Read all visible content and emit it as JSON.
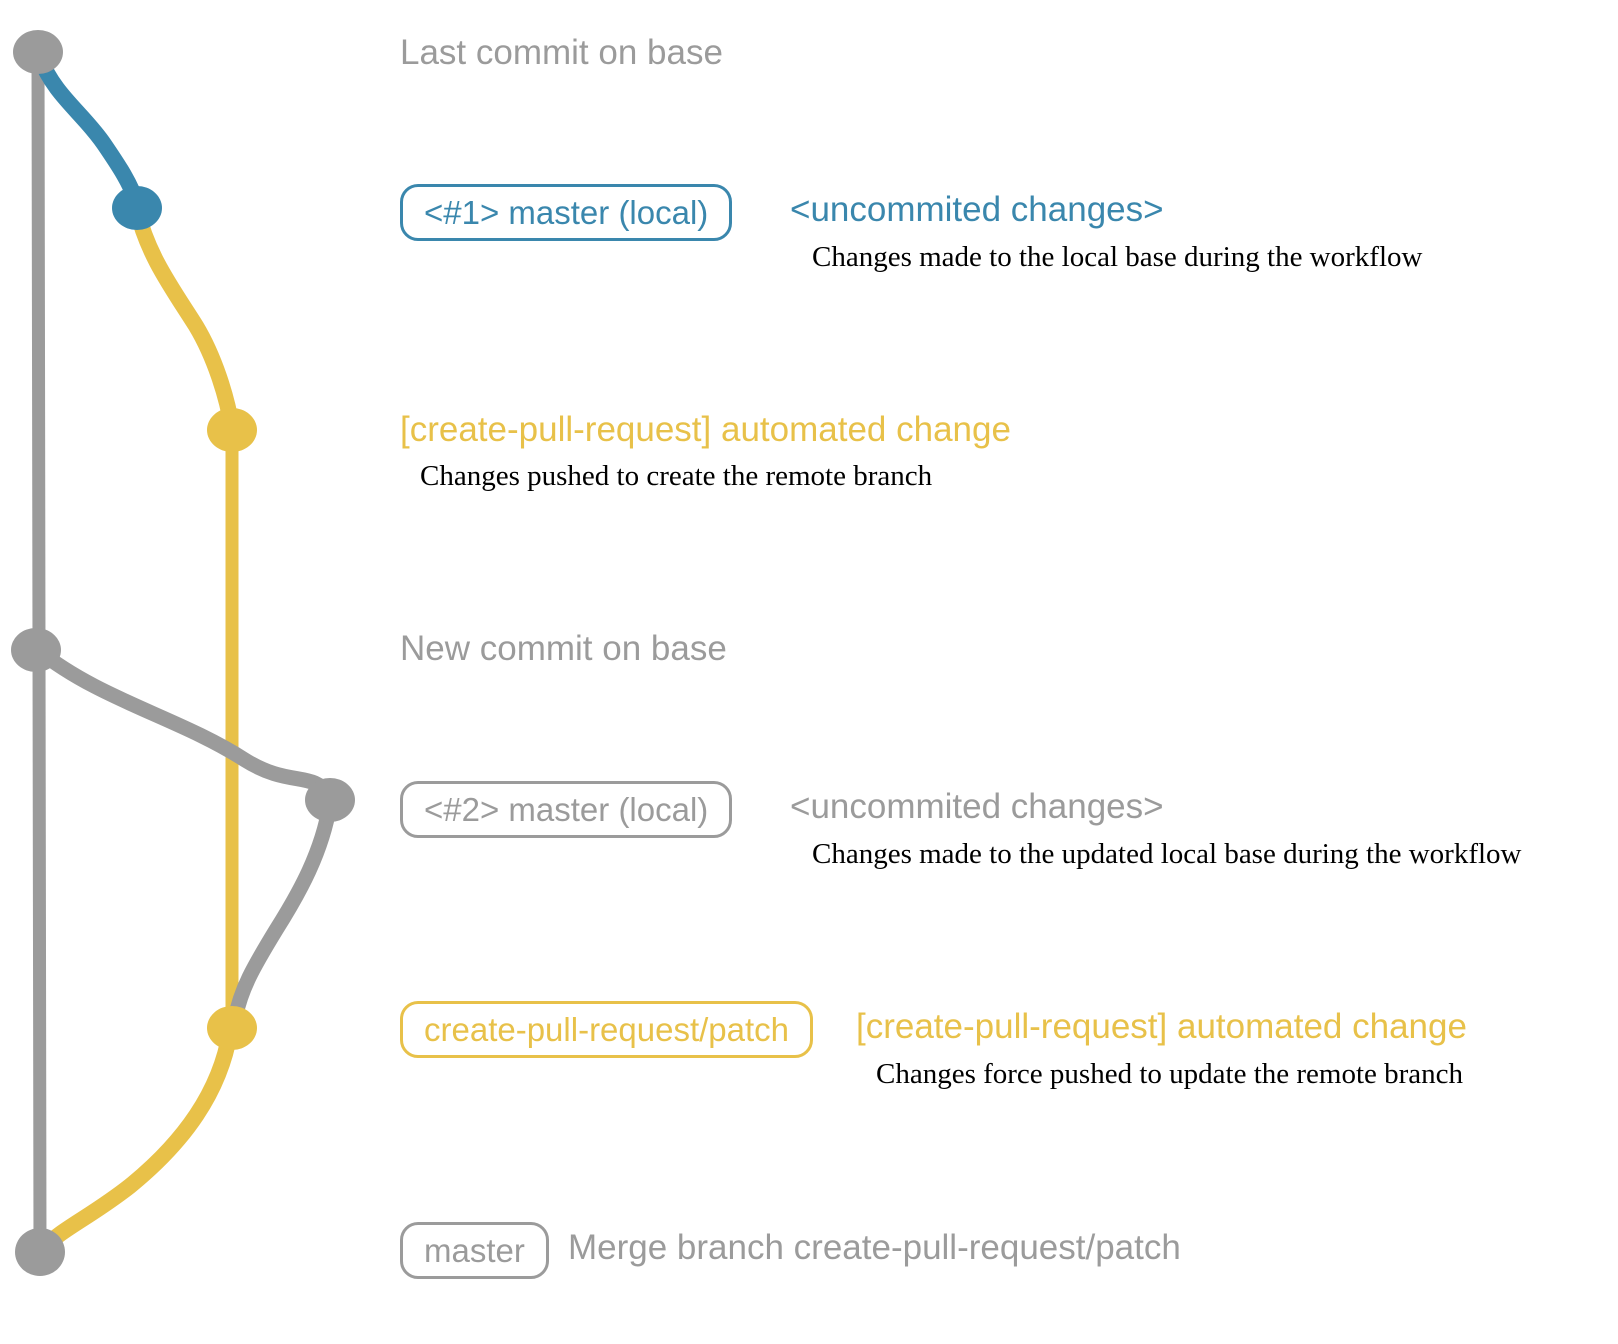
{
  "colors": {
    "base": "#9b9b9b",
    "branch1": "#3a87ad",
    "branch2": "#e8c149",
    "ink": "#000000"
  },
  "rows": {
    "r1": {
      "label": "Last commit on base"
    },
    "r2": {
      "badge": "<#1> master (local)",
      "title": "<uncommited changes>",
      "caption": "Changes made to the local base during the workflow"
    },
    "r3": {
      "title": "[create-pull-request] automated change",
      "caption": "Changes pushed to create the remote branch"
    },
    "r4": {
      "label": "New commit on base"
    },
    "r5": {
      "badge": "<#2> master (local)",
      "title": "<uncommited changes>",
      "caption": "Changes made to the updated local base during the workflow"
    },
    "r6": {
      "badge": "create-pull-request/patch",
      "title": "[create-pull-request] automated change",
      "caption": "Changes force pushed to update the remote branch"
    },
    "r7": {
      "badge": "master",
      "title": "Merge branch create-pull-request/patch"
    }
  },
  "graph": {
    "nodes": [
      {
        "id": "commit-node-base-last",
        "color": "base"
      },
      {
        "id": "commit-node-local-1",
        "color": "branch1"
      },
      {
        "id": "commit-node-patch-1",
        "color": "branch2"
      },
      {
        "id": "commit-node-base-new",
        "color": "base"
      },
      {
        "id": "commit-node-local-2",
        "color": "base"
      },
      {
        "id": "commit-node-patch-2",
        "color": "branch2"
      },
      {
        "id": "commit-node-master-merge",
        "color": "base"
      }
    ]
  }
}
